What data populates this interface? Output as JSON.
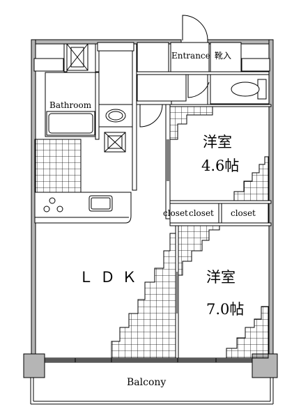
{
  "plan": {
    "rooms": {
      "bathroom": "Bathroom",
      "entrance": "Entrance",
      "shoe_box": "靴入",
      "ldk": "ＬＤＫ",
      "western_room_1": "洋室",
      "western_room_1_size": "4.6帖",
      "western_room_2": "洋室",
      "western_room_2_size": "7.0帖",
      "closet_1": "closet",
      "closet_2": "closet",
      "closet_3": "closet",
      "balcony": "Balcony"
    }
  }
}
